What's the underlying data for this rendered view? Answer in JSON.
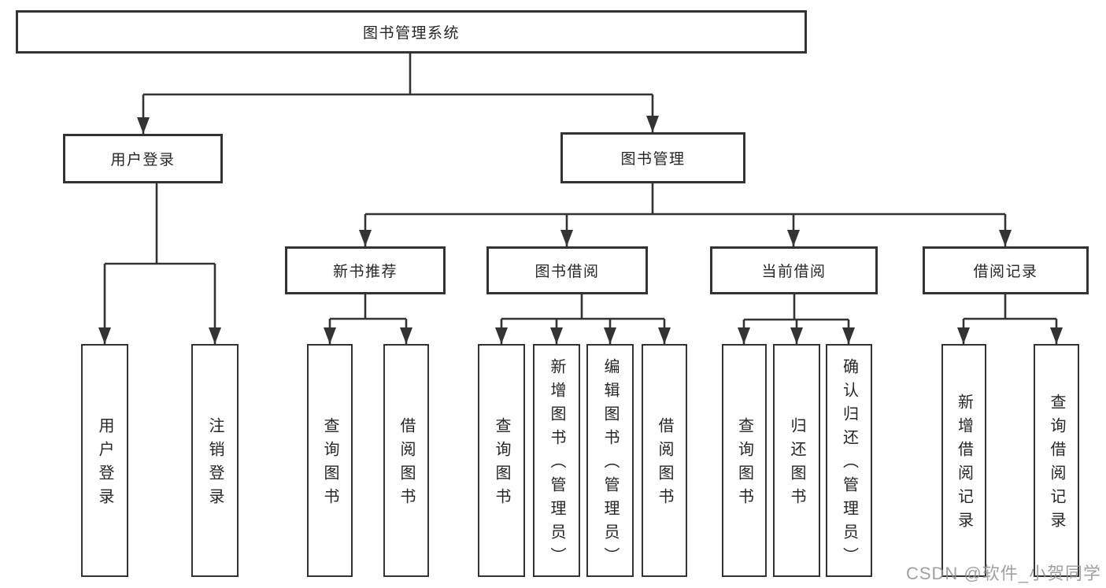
{
  "diagram_title": "图书管理系统",
  "tree": {
    "root": {
      "label": "图书管理系统"
    },
    "user_login_branch": {
      "label": "用户登录",
      "children": [
        {
          "label": "用户登录"
        },
        {
          "label": "注销登录"
        }
      ]
    },
    "book_mgmt_branch": {
      "label": "图书管理",
      "sections": [
        {
          "label": "新书推荐",
          "children": [
            {
              "label": "查询图书"
            },
            {
              "label": "借阅图书"
            }
          ]
        },
        {
          "label": "图书借阅",
          "children": [
            {
              "label": "查询图书"
            },
            {
              "label": "新增图书（管理员）"
            },
            {
              "label": "编辑图书（管理员）"
            },
            {
              "label": "借阅图书"
            }
          ]
        },
        {
          "label": "当前借阅",
          "children": [
            {
              "label": "查询图书"
            },
            {
              "label": "归还图书"
            },
            {
              "label": "确认归还（管理员）"
            }
          ]
        },
        {
          "label": "借阅记录",
          "children": [
            {
              "label": "新增借阅记录"
            },
            {
              "label": "查询借阅记录"
            }
          ]
        }
      ]
    }
  },
  "watermark": "CSDN @软件_小贺同学",
  "colors": {
    "line": "#333333",
    "box_border": "#333333",
    "box_fill": "#ffffff",
    "text": "#262626",
    "watermark": "#919191",
    "background": "#ffffff"
  }
}
